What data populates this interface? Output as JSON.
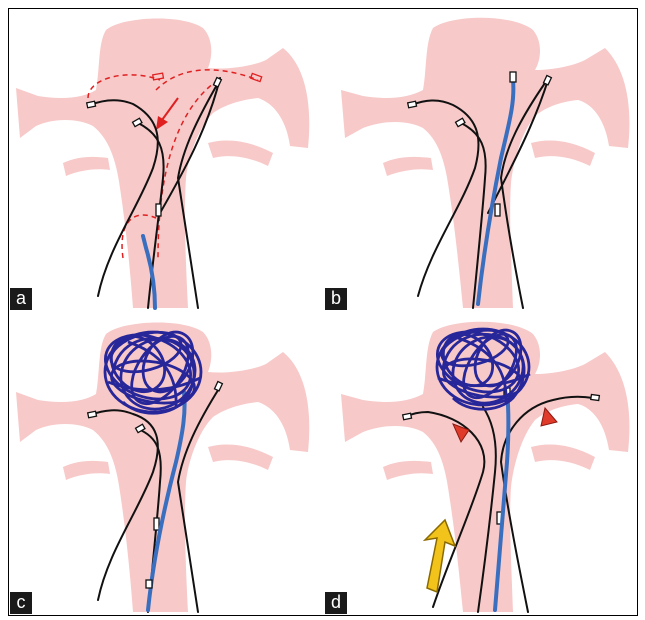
{
  "figure": {
    "panels": [
      {
        "id": "a",
        "label": "a",
        "content": [
          "aneurysm",
          "two-microwires",
          "intended-paths-dashed-red",
          "red-arrow",
          "blue-microcatheter"
        ]
      },
      {
        "id": "b",
        "label": "b",
        "content": [
          "aneurysm",
          "two-microwires",
          "blue-microcatheter-in-sac"
        ]
      },
      {
        "id": "c",
        "label": "c",
        "content": [
          "aneurysm",
          "coil-mass",
          "two-microwires",
          "blue-microcatheter"
        ]
      },
      {
        "id": "d",
        "label": "d",
        "content": [
          "aneurysm",
          "coil-mass",
          "two-microwires",
          "red-arrowheads",
          "yellow-arrow",
          "blue-microcatheter"
        ]
      }
    ],
    "colors": {
      "vessel": "#f7c9c9",
      "wire": "#111111",
      "catheter": "#3a6fc0",
      "coil": "#27279a",
      "dashed_path": "#e02020",
      "arrowhead": "#e03a2a",
      "yellow_arrow": "#f2c31a",
      "label_bg": "#1a1a1a",
      "label_text": "#ffffff"
    }
  }
}
